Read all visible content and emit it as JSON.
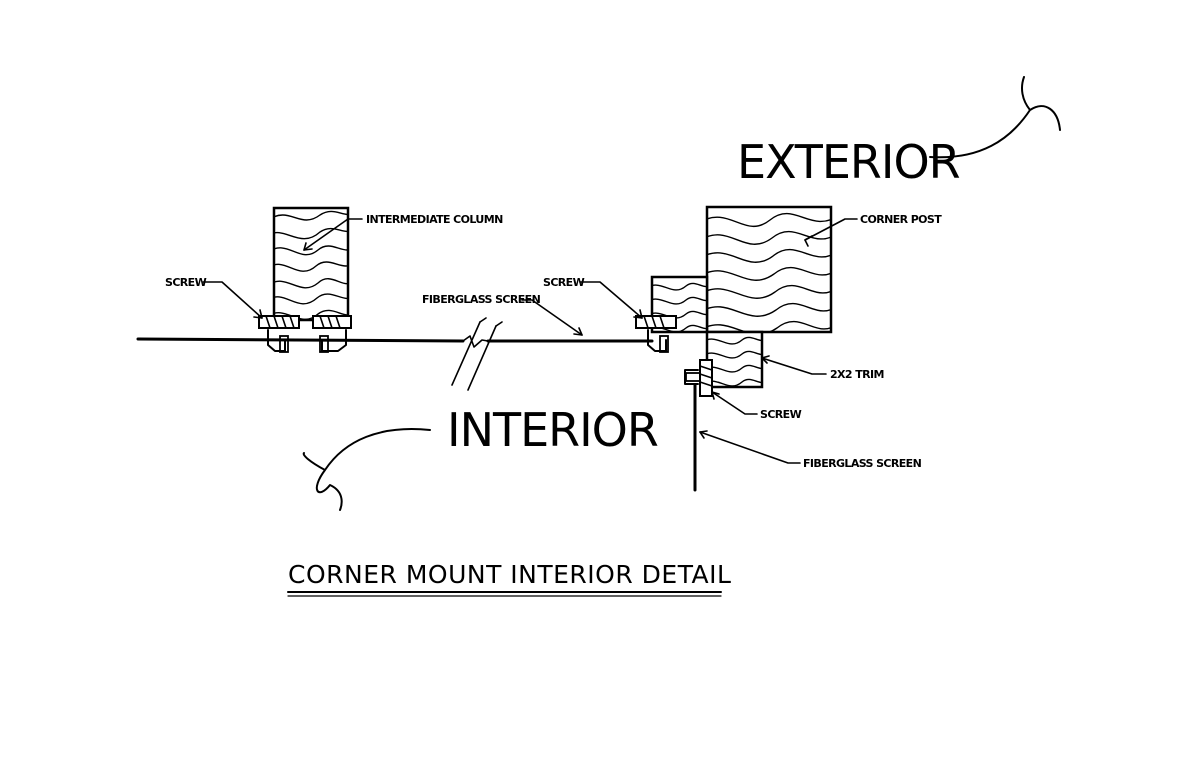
{
  "labels": {
    "exterior": "EXTERIOR",
    "interior": "INTERIOR",
    "intermediate_column": "INTERMEDIATE COLUMN",
    "corner_post": "CORNER POST",
    "screw_left": "SCREW",
    "screw_middle": "SCREW",
    "screw_right": "SCREW",
    "fiberglass_screen_top": "FIBERGLASS SCREEN",
    "fiberglass_screen_bottom": "FIBERGLASS SCREEN",
    "trim": "2X2 TRIM"
  },
  "title": "CORNER MOUNT INTERIOR DETAIL"
}
